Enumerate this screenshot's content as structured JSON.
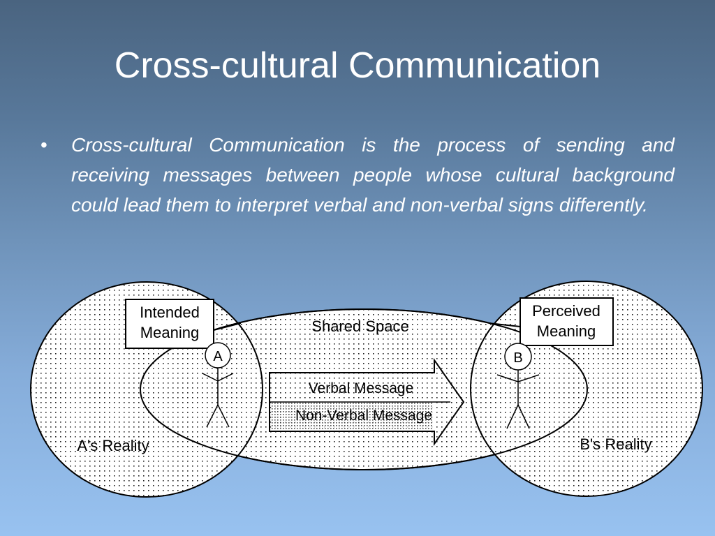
{
  "slide": {
    "title": "Cross-cultural Communication",
    "bullet": "Cross-cultural Communication is the process of sending and receiving messages between people whose cultural background could lead them to interpret verbal and non-verbal signs differently."
  },
  "diagram": {
    "intended_meaning_line1": "Intended",
    "intended_meaning_line2": "Meaning",
    "perceived_meaning_line1": "Perceived",
    "perceived_meaning_line2": "Meaning",
    "shared_space": "Shared Space",
    "verbal_message": "Verbal Message",
    "nonverbal_message": "Non-Verbal Message",
    "person_a": "A",
    "person_b": "B",
    "a_reality": "A's Reality",
    "b_reality": "B's Reality"
  }
}
